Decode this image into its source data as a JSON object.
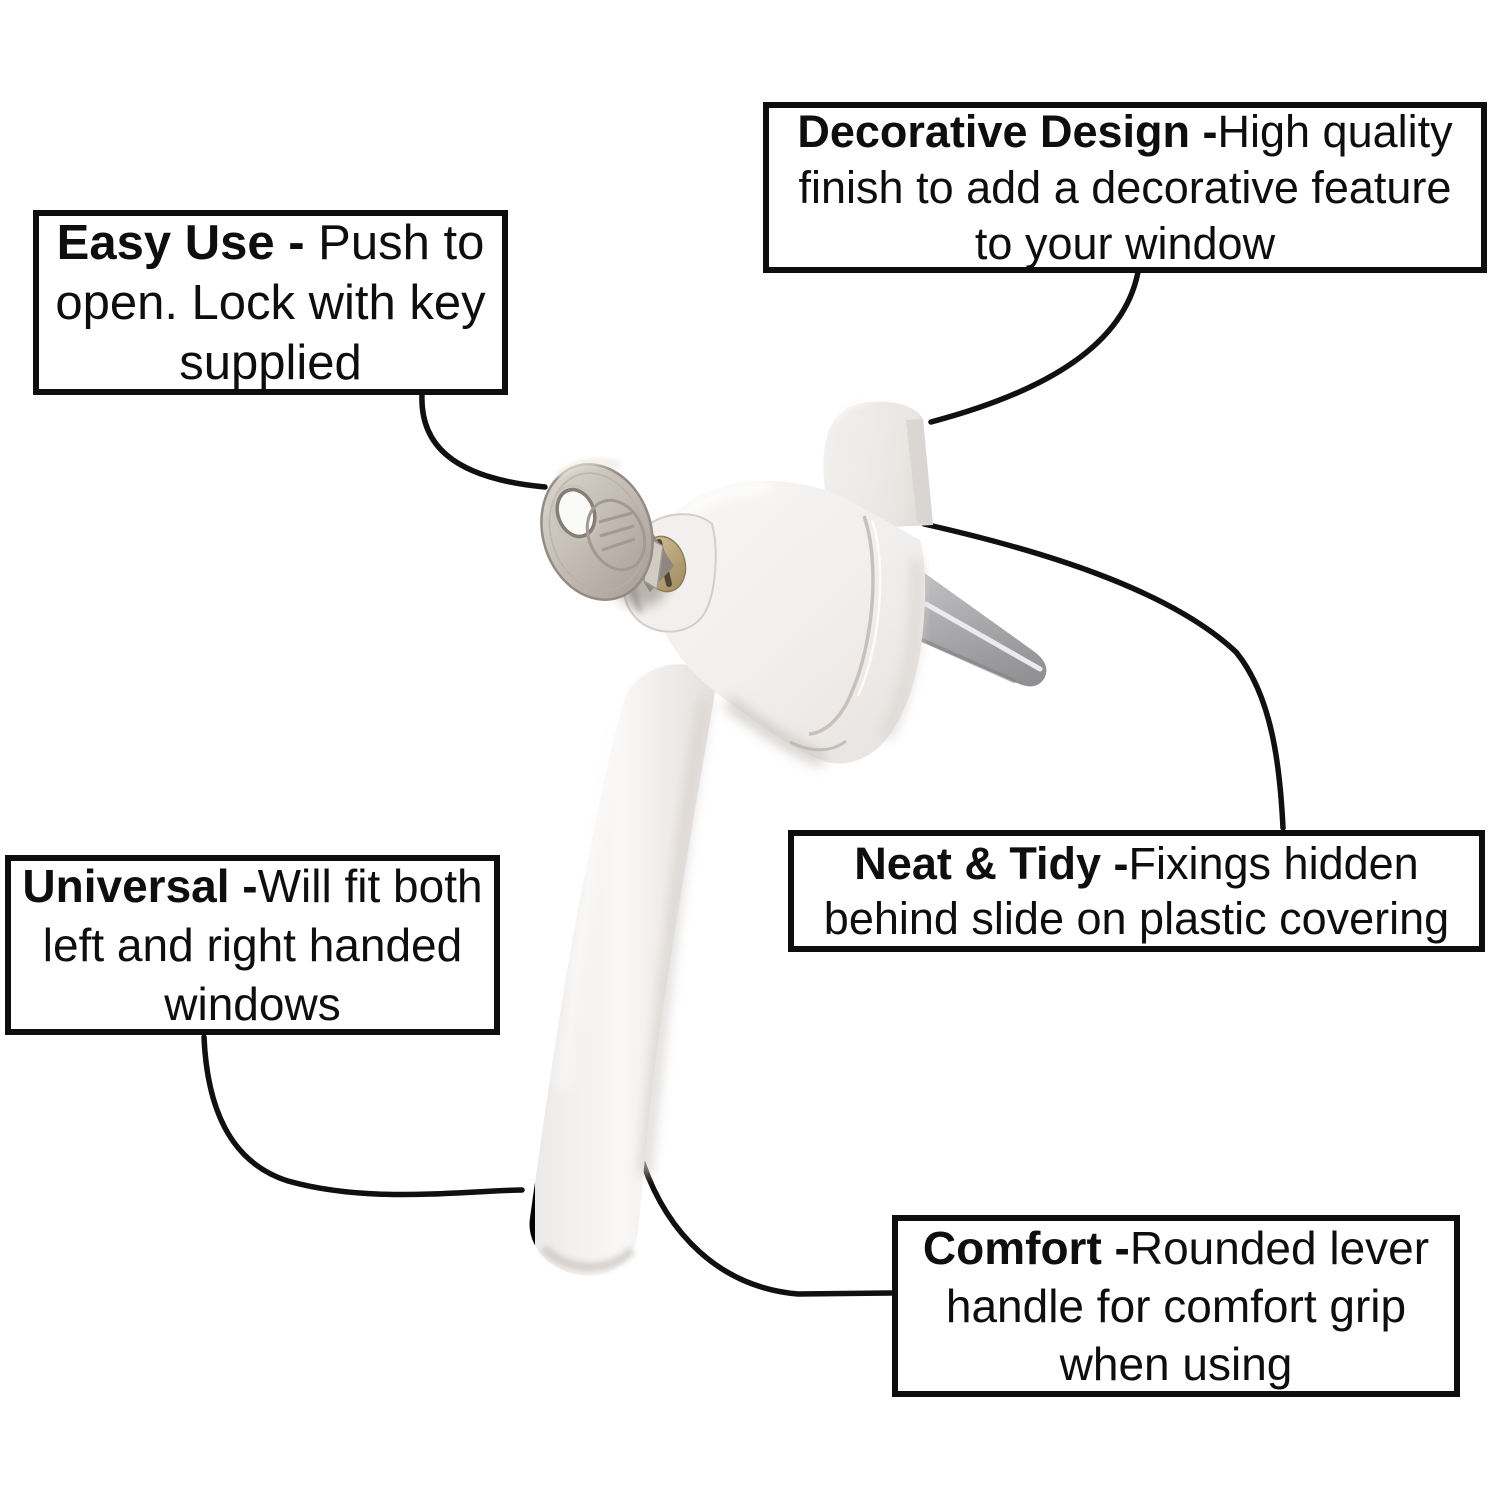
{
  "page": {
    "type": "product-feature-diagram",
    "background_color": "#ffffff",
    "product_parts": [
      "key",
      "lock-escutcheon",
      "handle-lever",
      "handle-body",
      "cover-tongue",
      "spindle"
    ]
  },
  "colors": {
    "text": "#0e0e0e",
    "box_border": "#0e0e0e",
    "connector_line": "#101010",
    "handle_white": "#f3f1ef",
    "handle_shadow": "#d9d4d0",
    "spindle_gray": "#a7a6a8",
    "key_nickel": "#c3bbb3",
    "lock_brass": "#bda77c"
  },
  "callouts": {
    "easy_use": {
      "bold": "Easy Use -",
      "line1_rest": " Push to",
      "line2": "open. Lock with key",
      "line3": "supplied"
    },
    "decorative": {
      "bold": "Decorative Design -",
      "line1_rest": "High quality",
      "line2": "finish to add a decorative feature",
      "line3": "to your window"
    },
    "universal": {
      "bold": "Universal -",
      "line1_rest": "Will fit both",
      "line2": "left and right handed",
      "line3": "windows"
    },
    "neat_tidy": {
      "bold": "Neat & Tidy -",
      "line1_rest": "Fixings hidden",
      "line2": "behind slide on plastic covering"
    },
    "comfort": {
      "bold": "Comfort -",
      "line1_rest": "Rounded lever",
      "line2": "handle for comfort grip",
      "line3": "when using"
    }
  }
}
